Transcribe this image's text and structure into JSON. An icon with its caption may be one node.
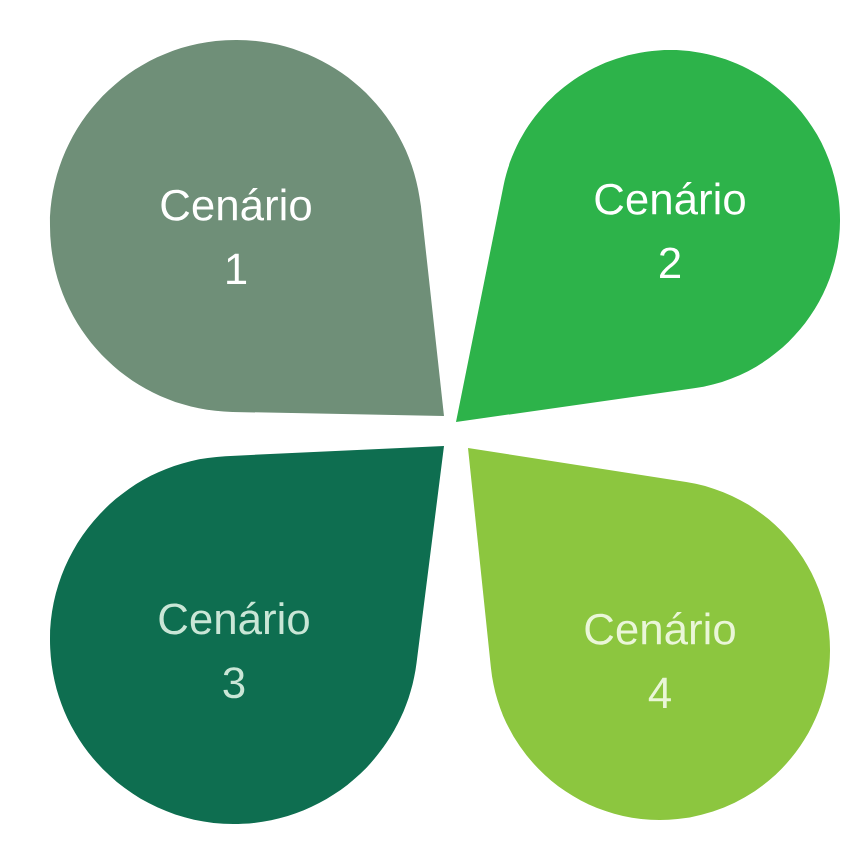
{
  "diagram": {
    "nodes": [
      {
        "text": [
          "Cenário 1"
        ]
      },
      {
        "text": [
          "Cenário 2"
        ]
      },
      {
        "text": [
          "Cenário 3"
        ]
      },
      {
        "text": [
          "Cenário 4"
        ]
      }
    ]
  }
}
